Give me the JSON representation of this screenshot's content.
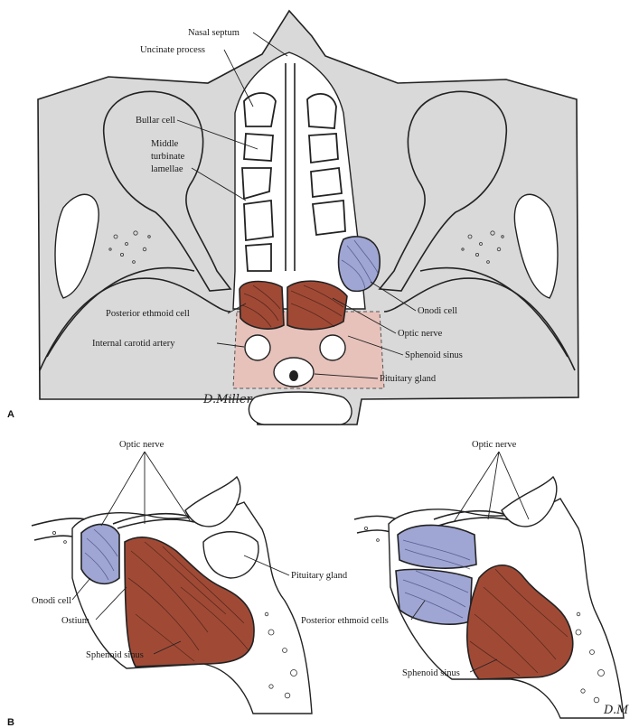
{
  "panel_a": {
    "letter": "A",
    "labels": {
      "nasal_septum": "Nasal septum",
      "uncinate_process": "Uncinate process",
      "bullar_cell": "Bullar cell",
      "middle_turbinate_1": "Middle",
      "middle_turbinate_2": "turbinate",
      "middle_turbinate_3": "lamellae",
      "onodi_cell": "Onodi cell",
      "posterior_ethmoid_cell": "Posterior ethmoid cell",
      "optic_nerve": "Optic nerve",
      "internal_carotid_artery": "Internal carotid artery",
      "sphenoid_sinus": "Sphenoid sinus",
      "pituitary_gland": "Pituitary gland"
    }
  },
  "panel_b": {
    "letter": "B",
    "left": {
      "optic_nerve": "Optic nerve",
      "onodi_cell": "Onodi cell",
      "ostium": "Ostium",
      "sphenoid_sinus": "Sphenoid sinus",
      "pituitary_gland": "Pituitary gland"
    },
    "right": {
      "optic_nerve": "Optic nerve",
      "posterior_ethmoid_cells": "Posterior ethmoid cells",
      "sphenoid_sinus": "Sphenoid sinus"
    }
  },
  "colors": {
    "bone": "#d9d9d9",
    "onodi_blue": "#9fa6d4",
    "sphenoid_brown": "#a04a36",
    "sphenoid_region_pink": "#e7c2bb",
    "ink": "#222222"
  }
}
